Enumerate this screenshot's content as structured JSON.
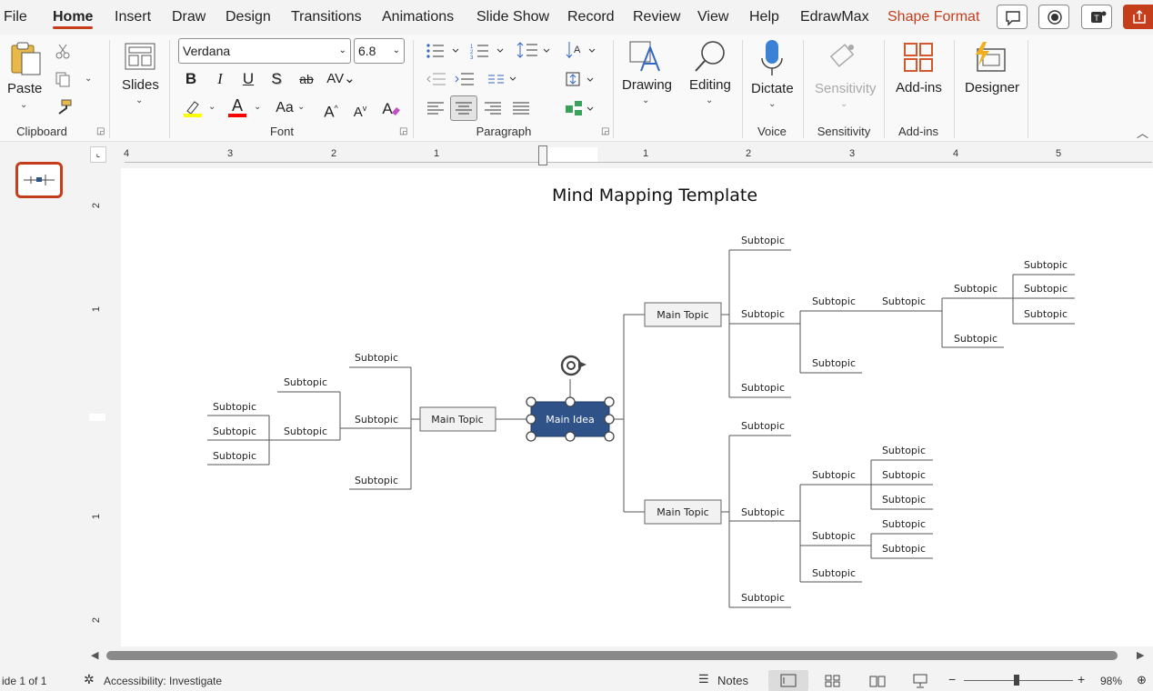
{
  "menu": {
    "tabs": [
      "File",
      "Home",
      "Insert",
      "Draw",
      "Design",
      "Transitions",
      "Animations",
      "Slide Show",
      "Record",
      "Review",
      "View",
      "Help",
      "EdrawMax",
      "Shape Format"
    ],
    "active": "Home",
    "contextual": "Shape Format"
  },
  "ribbon": {
    "clipboard": {
      "paste": "Paste",
      "group": "Clipboard"
    },
    "slides": {
      "label": "Slides"
    },
    "font": {
      "family": "Verdana",
      "size": "6.8",
      "group": "Font",
      "case_label": "Aa"
    },
    "paragraph": {
      "group": "Paragraph"
    },
    "drawing": {
      "label": "Drawing"
    },
    "editing": {
      "label": "Editing"
    },
    "voice": {
      "dictate": "Dictate",
      "group": "Voice"
    },
    "sensitivity": {
      "label": "Sensitivity",
      "group": "Sensitivity"
    },
    "addins": {
      "label": "Add-ins",
      "group": "Add-ins"
    },
    "designer": {
      "label": "Designer"
    }
  },
  "rulers": {
    "horizontal": [
      "4",
      "3",
      "2",
      "1",
      "1",
      "2",
      "3",
      "4",
      "5"
    ],
    "vertical": [
      "2",
      "1",
      "1",
      "2"
    ]
  },
  "slide": {
    "title": "Mind Mapping Template",
    "main_idea": "Main Idea",
    "main_topic": "Main Topic",
    "subtopic": "Subtopic"
  },
  "status": {
    "slide_info": "ide 1 of 1",
    "accessibility": "Accessibility: Investigate",
    "notes": "Notes",
    "zoom": "98%"
  },
  "colors": {
    "accent": "#c43e1c",
    "main_idea_fill": "#2f5288",
    "topic_fill": "#f2f2f2",
    "highlight": "#ffff00",
    "font_color": "#ff0000"
  }
}
